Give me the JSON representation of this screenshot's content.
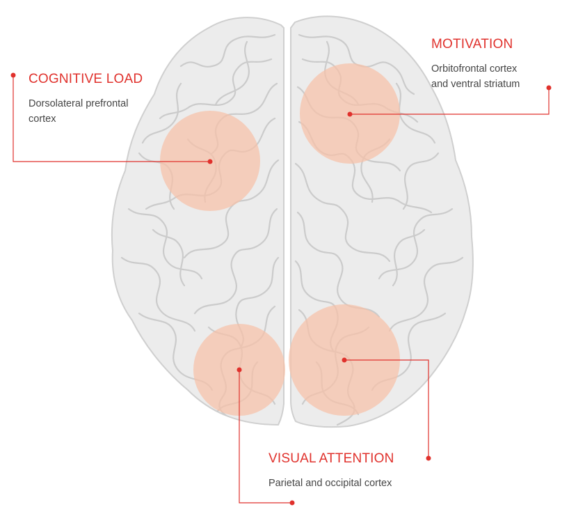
{
  "regions": [
    {
      "id": "cognitive",
      "title": "COGNITIVE LOAD",
      "description": "Dorsolateral prefrontal\ncortex"
    },
    {
      "id": "motivation",
      "title": "MOTIVATION",
      "description": "Orbitofrontal cortex\nand ventral striatum"
    },
    {
      "id": "visual",
      "title": "VISUAL ATTENTION",
      "description": "Parietal and occipital cortex"
    }
  ],
  "colors": {
    "accent": "#e0312c",
    "highlight": "#f6c1a8",
    "brain_fill": "#ececec",
    "brain_line": "#c9c9c9",
    "text": "#444444"
  },
  "icons": {
    "brain": "brain-top-view-illustration"
  }
}
